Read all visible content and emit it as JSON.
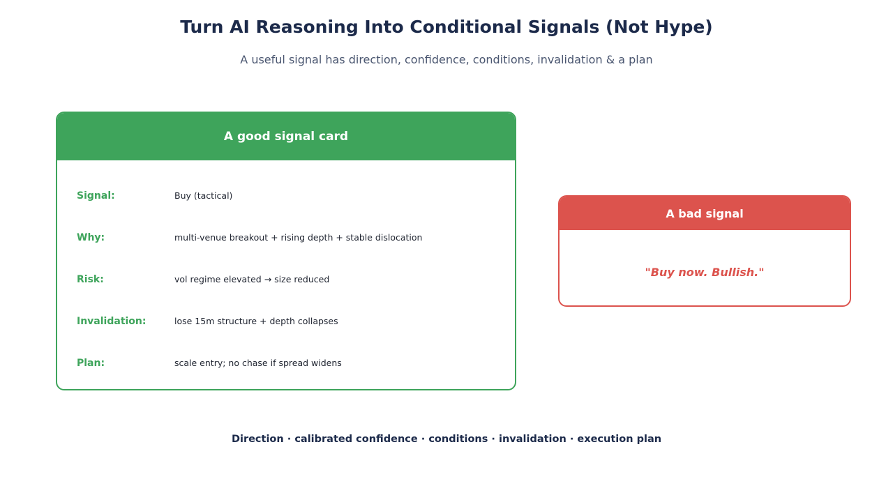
{
  "title": "Turn AI Reasoning Into Conditional Signals (Not Hype)",
  "subtitle": "A useful signal has direction, confidence, conditions, invalidation & a plan",
  "good_card": {
    "header": "A good signal card",
    "rows": [
      {
        "label": "Signal:",
        "value": "Buy (tactical)"
      },
      {
        "label": "Why:",
        "value": "multi-venue breakout + rising depth + stable dislocation"
      },
      {
        "label": "Risk:",
        "value": "vol regime elevated → size reduced"
      },
      {
        "label": "Invalidation:",
        "value": "lose 15m structure + depth collapses"
      },
      {
        "label": "Plan:",
        "value": "scale entry; no chase if spread widens"
      }
    ],
    "accent_color": "#3ea45b"
  },
  "bad_card": {
    "header": "A bad signal",
    "quote": "\"Buy now. Bullish.\"",
    "accent_color": "#dc534d"
  },
  "footer": "Direction · calibrated confidence · conditions · invalidation · execution plan"
}
